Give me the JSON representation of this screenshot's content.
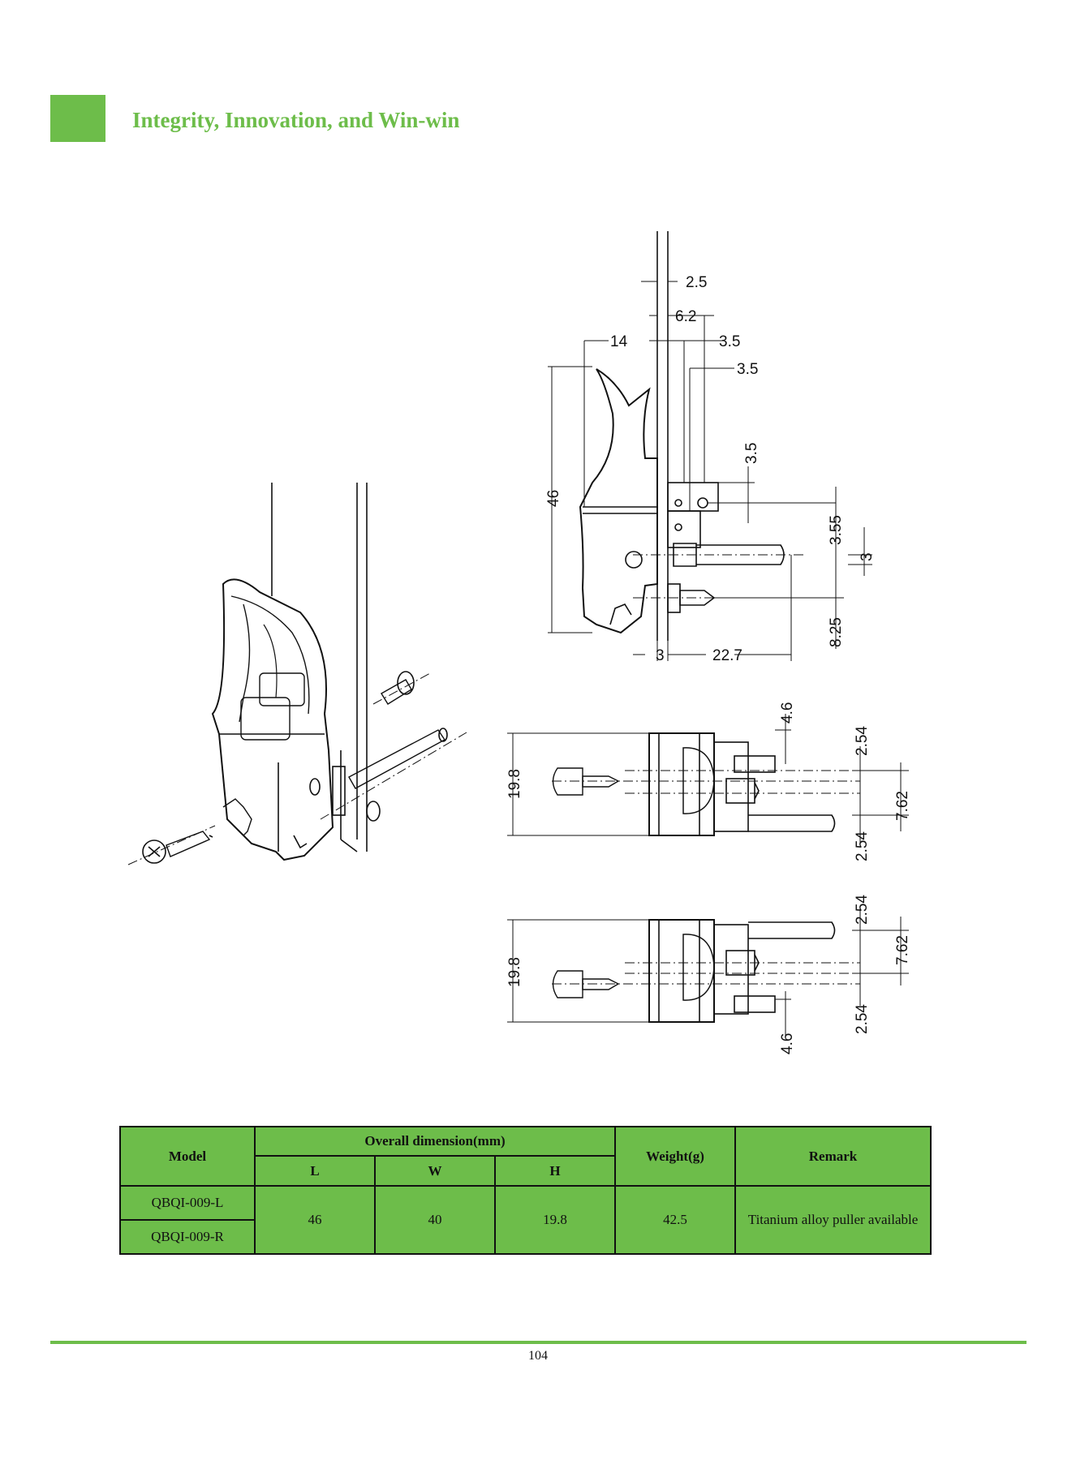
{
  "header": {
    "title": "Integrity, Innovation, and Win-win",
    "accent_color": "#6dbd4a"
  },
  "drawing": {
    "side_view_dims": [
      "2.5",
      "6.2",
      "14",
      "3.5",
      "3.5",
      "3.5",
      "46",
      "3.55",
      "3",
      "8.25",
      "3",
      "22.7"
    ],
    "top_view_dims": {
      "right_offset": "4.6",
      "height": "19.8",
      "pitch_a": "2.54",
      "pitch_total": "7.62",
      "pitch_b": "2.54"
    },
    "bottom_view_dims": {
      "pitch_a": "2.54",
      "height": "19.8",
      "pitch_total": "7.62",
      "pitch_b": "2.54",
      "right_offset": "4.6"
    }
  },
  "table": {
    "headers": {
      "model": "Model",
      "overall": "Overall dimension(mm)",
      "l": "L",
      "w": "W",
      "h": "H",
      "weight": "Weight(g)",
      "remark": "Remark"
    },
    "models": [
      "QBQI-009-L",
      "QBQI-009-R"
    ],
    "values": {
      "l": "46",
      "w": "40",
      "h": "19.8",
      "weight": "42.5",
      "remark": "Titanium alloy puller available"
    }
  },
  "footer": {
    "page_number": "104"
  }
}
